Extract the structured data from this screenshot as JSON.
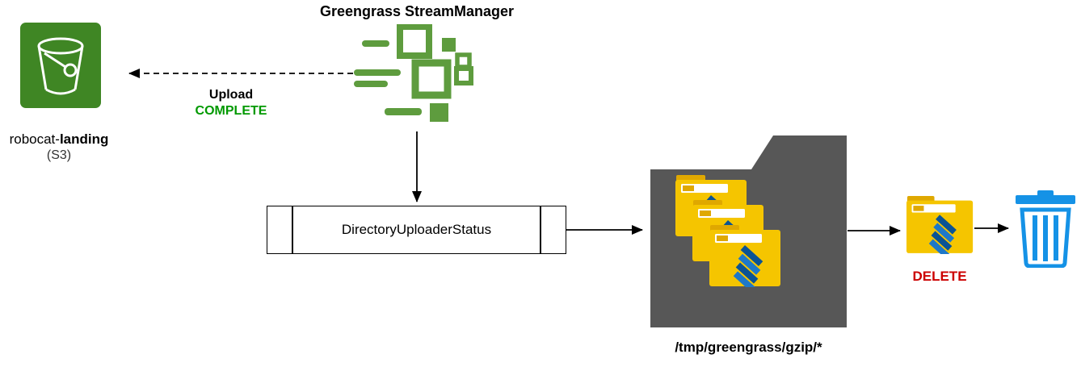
{
  "diagram": {
    "title": "Greengrass StreamManager",
    "s3_bucket": {
      "name_prefix": "robocat-",
      "name_bold": "landing",
      "sublabel": "(S3)"
    },
    "upload_status": {
      "line1": "Upload",
      "line2": "COMPLETE"
    },
    "stream_box": {
      "label": "DirectoryUploaderStatus"
    },
    "gzip_directory": {
      "path": "/tmp/greengrass/gzip/*"
    },
    "delete_action": {
      "label": "DELETE"
    },
    "icons": {
      "s3": "s3-bucket-icon",
      "greengrass": "greengrass-streammanager-icon",
      "zip_folder": "zip-folder-icon",
      "directory": "directory-folder-icon",
      "trash": "trash-can-icon"
    },
    "colors": {
      "s3_green": "#3F8624",
      "greengrass_green": "#5E9C3E",
      "complete_green": "#009900",
      "delete_red": "#CC0000",
      "folder_gray": "#575757",
      "zip_yellow": "#F5C500",
      "zip_yellow_dark": "#DFA800",
      "zipper_blue_dark": "#0B5394",
      "zipper_blue_light": "#1E78C8",
      "trash_blue": "#1592E6",
      "arrow_black": "#000000"
    }
  }
}
